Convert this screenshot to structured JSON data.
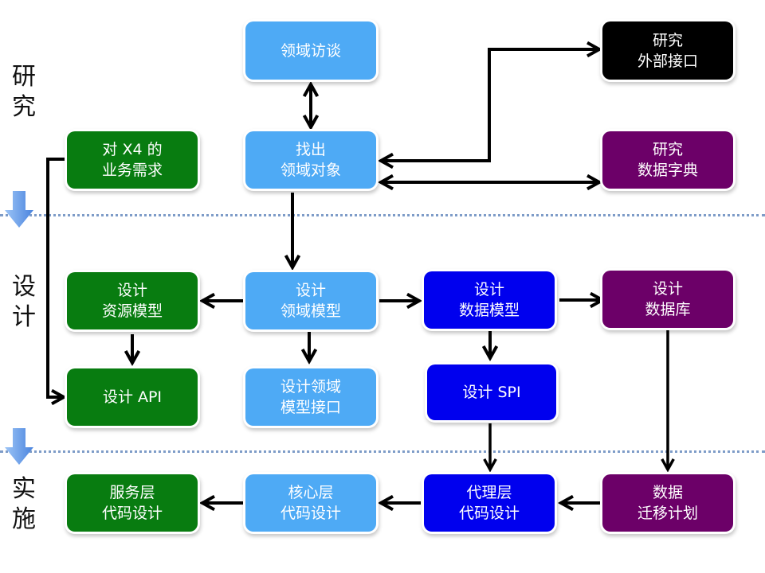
{
  "stages": [
    {
      "id": "research",
      "label": "研究"
    },
    {
      "id": "design",
      "label": "设计"
    },
    {
      "id": "implement",
      "label": "实施"
    }
  ],
  "colors": {
    "light_blue": "#4eaaf5",
    "green": "#087c10",
    "blue": "#0000ee",
    "purple": "#6c0068",
    "black": "#000000",
    "separator": "#7e9cc8",
    "phase_arrow": "#5a92e6"
  },
  "boxes": {
    "domain_interview": {
      "line1": "领域访谈",
      "line2": ""
    },
    "find_domain_objects": {
      "line1": "找出",
      "line2": "领域对象"
    },
    "research_external_interface": {
      "line1": "研究",
      "line2": "外部接口"
    },
    "x4_business_requirements": {
      "line1": "对 X4 的",
      "line2": "业务需求"
    },
    "research_data_dictionary": {
      "line1": "研究",
      "line2": "数据字典"
    },
    "design_resource_model": {
      "line1": "设计",
      "line2": "资源模型"
    },
    "design_domain_model": {
      "line1": "设计",
      "line2": "领域模型"
    },
    "design_data_model": {
      "line1": "设计",
      "line2": "数据模型"
    },
    "design_database": {
      "line1": "设计",
      "line2": "数据库"
    },
    "design_api": {
      "line1": "设计 API",
      "line2": ""
    },
    "design_domain_model_interface": {
      "line1": "设计领域",
      "line2": "模型接口"
    },
    "design_spi": {
      "line1": "设计 SPI",
      "line2": ""
    },
    "service_layer_code": {
      "line1": "服务层",
      "line2": "代码设计"
    },
    "core_layer_code": {
      "line1": "核心层",
      "line2": "代码设计"
    },
    "proxy_layer_code": {
      "line1": "代理层",
      "line2": "代码设计"
    },
    "data_migration_plan": {
      "line1": "数据",
      "line2": "迁移计划"
    }
  },
  "connections": [
    {
      "from": "domain_interview",
      "to": "find_domain_objects",
      "bidirectional": true
    },
    {
      "from": "find_domain_objects",
      "to": "research_external_interface",
      "bidirectional": true
    },
    {
      "from": "find_domain_objects",
      "to": "research_data_dictionary",
      "bidirectional": true
    },
    {
      "from": "find_domain_objects",
      "to": "design_domain_model"
    },
    {
      "from": "x4_business_requirements",
      "to": "design_api"
    },
    {
      "from": "design_domain_model",
      "to": "design_resource_model"
    },
    {
      "from": "design_domain_model",
      "to": "design_data_model"
    },
    {
      "from": "design_domain_model",
      "to": "design_domain_model_interface"
    },
    {
      "from": "design_data_model",
      "to": "design_database"
    },
    {
      "from": "design_resource_model",
      "to": "design_api"
    },
    {
      "from": "design_data_model",
      "to": "design_spi"
    },
    {
      "from": "design_spi",
      "to": "proxy_layer_code"
    },
    {
      "from": "design_database",
      "to": "data_migration_plan"
    },
    {
      "from": "data_migration_plan",
      "to": "proxy_layer_code"
    },
    {
      "from": "proxy_layer_code",
      "to": "core_layer_code"
    },
    {
      "from": "core_layer_code",
      "to": "service_layer_code"
    }
  ]
}
